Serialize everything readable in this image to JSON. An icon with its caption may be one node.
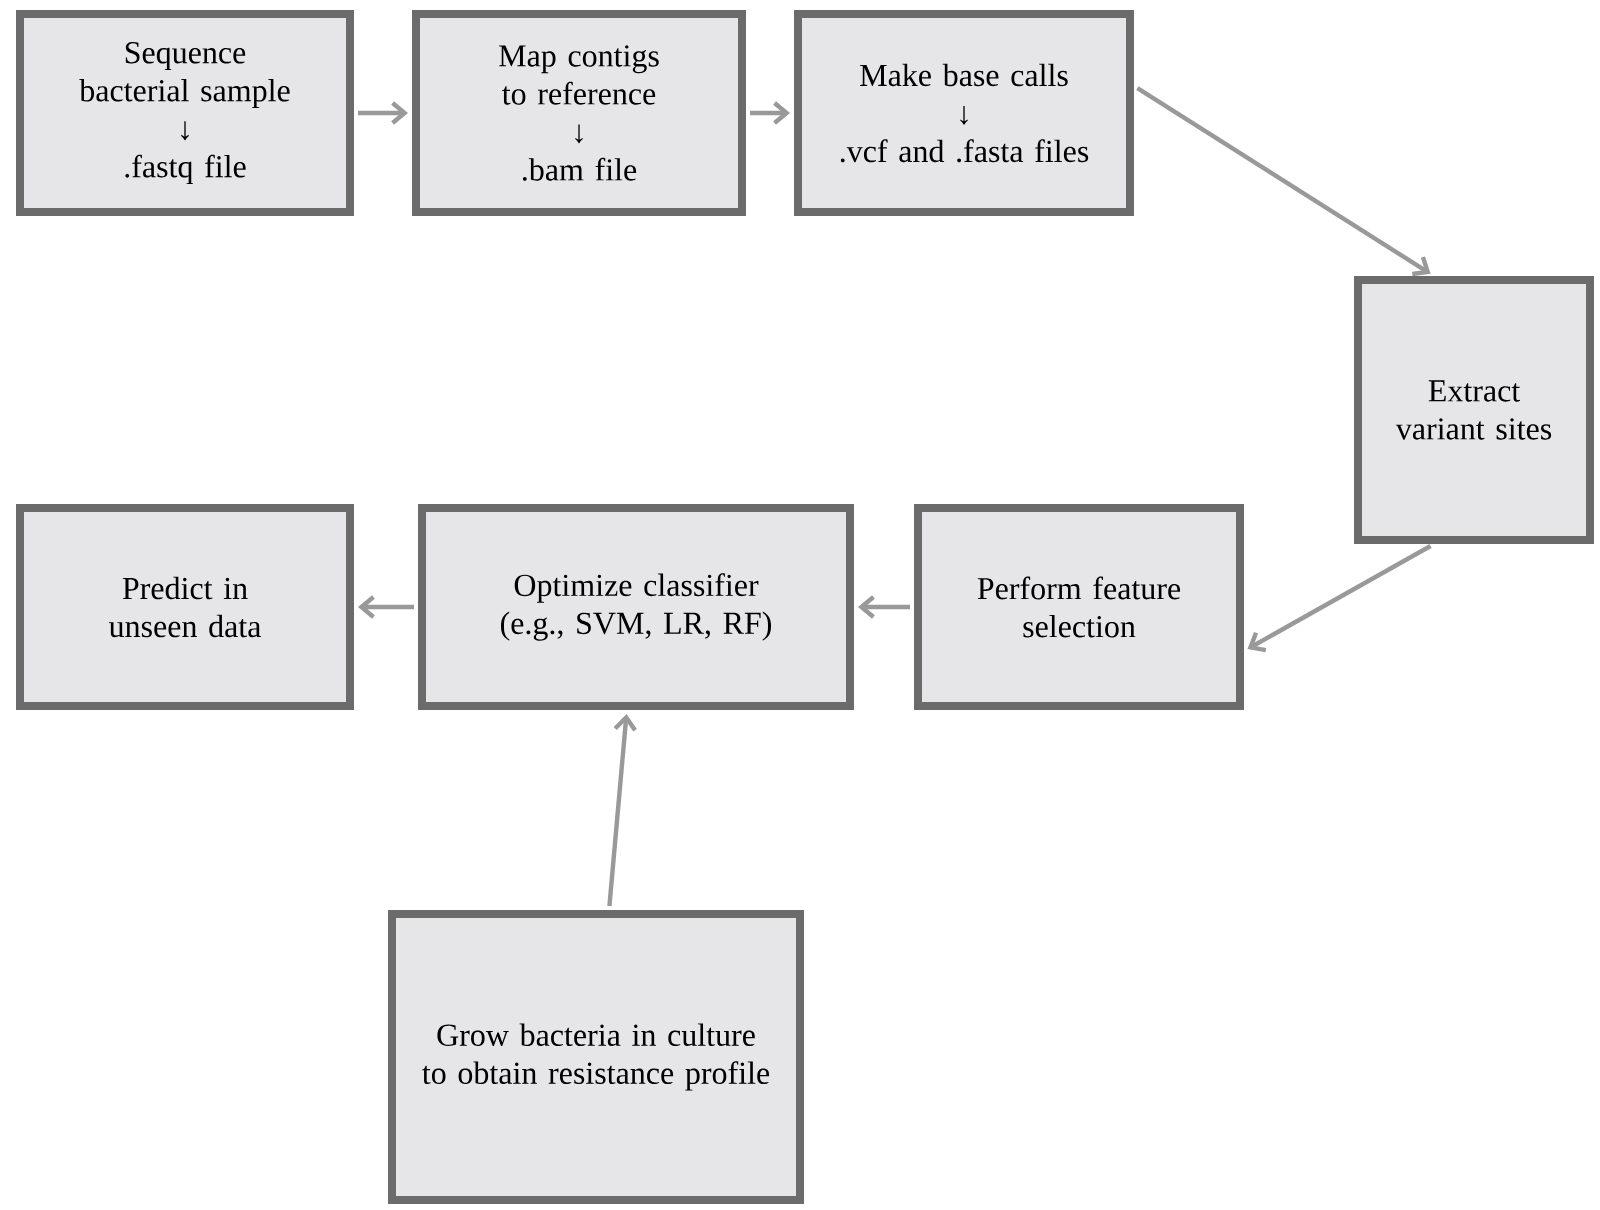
{
  "diagram": {
    "nodes": [
      {
        "text": [
          "Sequence bacterial sample",
          "↓",
          ".fastq file"
        ]
      },
      {
        "text": [
          "Map contigs to reference",
          "↓",
          ".bam file"
        ]
      },
      {
        "text": [
          "Make base calls",
          "↓",
          ".vcf and .fasta files"
        ]
      },
      {
        "text": [
          "Extract variant sites"
        ]
      },
      {
        "text": [
          "Perform feature selection"
        ]
      },
      {
        "text": [
          "Optimize classifier (e.g., SVM, LR, RF)"
        ]
      },
      {
        "text": [
          "Predict in unseen data"
        ]
      },
      {
        "text": [
          "Grow bacteria in culture to obtain resistance profile"
        ]
      }
    ],
    "edges": [
      {
        "from": 0,
        "to": 1,
        "arrow": "to"
      },
      {
        "from": 1,
        "to": 2,
        "arrow": "to"
      },
      {
        "from": 2,
        "to": 3,
        "arrow": "to"
      },
      {
        "from": 3,
        "to": 4,
        "arrow": "to"
      },
      {
        "from": 4,
        "to": 5,
        "arrow": "to"
      },
      {
        "from": 5,
        "to": 6,
        "arrow": "to"
      },
      {
        "from": 7,
        "to": 5,
        "arrow": "to"
      }
    ]
  }
}
